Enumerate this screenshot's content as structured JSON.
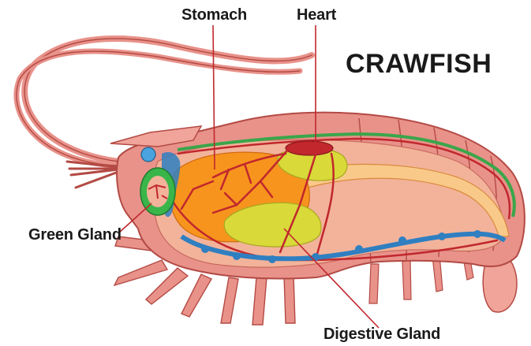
{
  "title": "CRAWFISH",
  "labels": {
    "stomach": "Stomach",
    "heart": "Heart",
    "green_gland": "Green Gland",
    "digestive_gland": "Digestive Gland"
  },
  "colors": {
    "shell": "#e8928a",
    "shell_outline": "#b34a44",
    "inner_body": "#f2b39a",
    "stomach": "#f7941d",
    "intestine": "#f9c98a",
    "digestive_gland": "#d9d93a",
    "green_gland": "#39b54a",
    "blood_vessel": "#c1272d",
    "nerve_cord": "#2f7fc1",
    "dorsal_line": "#3aa64a",
    "leader_line": "#c1272d"
  }
}
